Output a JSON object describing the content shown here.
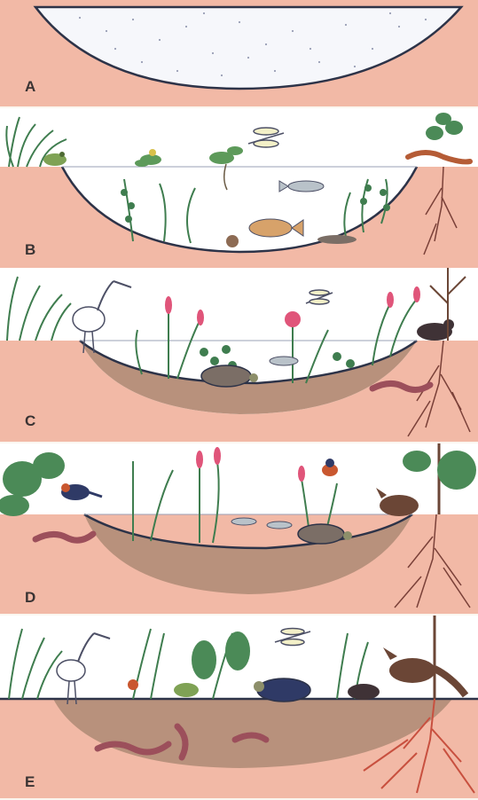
{
  "panels": [
    {
      "label": "A"
    },
    {
      "label": "B"
    },
    {
      "label": "C"
    },
    {
      "label": "D"
    },
    {
      "label": "E"
    }
  ],
  "colors": {
    "soil": "#f2b9a6",
    "sky": "#ffffff",
    "water_line": "#2d3348",
    "sediment": "#b8917c",
    "plant": "#3f7d4f",
    "flower": "#e0557a",
    "root": "#7a4038",
    "worm": "#9c4f5b",
    "animal_brown": "#6b4636"
  },
  "icons": [
    "grass-icon",
    "frog-icon",
    "dragonfly-icon",
    "fish-icon",
    "heron-icon",
    "turtle-icon",
    "worm-icon",
    "bird-icon",
    "fox-icon",
    "root-icon"
  ]
}
